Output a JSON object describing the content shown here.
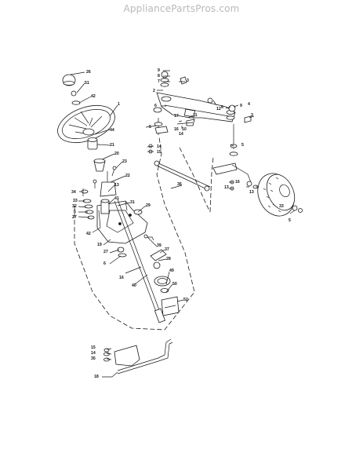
{
  "header": {
    "watermark": "AppliancePartsPros.com"
  },
  "diagram": {
    "callouts": [
      {
        "id": "c26a",
        "text": "26"
      },
      {
        "id": "c51",
        "text": "51"
      },
      {
        "id": "c42a",
        "text": "42"
      },
      {
        "id": "c1",
        "text": "1"
      },
      {
        "id": "c44",
        "text": "44"
      },
      {
        "id": "c21",
        "text": "21"
      },
      {
        "id": "c20",
        "text": "20"
      },
      {
        "id": "c23",
        "text": "23"
      },
      {
        "id": "c22",
        "text": "22"
      },
      {
        "id": "c34",
        "text": "34"
      },
      {
        "id": "c13a",
        "text": "13"
      },
      {
        "id": "c33a",
        "text": "33"
      },
      {
        "id": "c32",
        "text": "32"
      },
      {
        "id": "c6a",
        "text": "6"
      },
      {
        "id": "c27a",
        "text": "27"
      },
      {
        "id": "c41",
        "text": "41"
      },
      {
        "id": "c31",
        "text": "31"
      },
      {
        "id": "c29",
        "text": "29"
      },
      {
        "id": "c42b",
        "text": "42"
      },
      {
        "id": "c19",
        "text": "19"
      },
      {
        "id": "c39",
        "text": "39"
      },
      {
        "id": "c27b",
        "text": "27"
      },
      {
        "id": "c6b",
        "text": "6"
      },
      {
        "id": "c37",
        "text": "37"
      },
      {
        "id": "c28",
        "text": "28"
      },
      {
        "id": "c16",
        "text": "16"
      },
      {
        "id": "c40",
        "text": "40"
      },
      {
        "id": "c49",
        "text": "49"
      },
      {
        "id": "c50",
        "text": "50"
      },
      {
        "id": "c52",
        "text": "52"
      },
      {
        "id": "c9a",
        "text": "9"
      },
      {
        "id": "c8a",
        "text": "8"
      },
      {
        "id": "c7a",
        "text": "7"
      },
      {
        "id": "c3a",
        "text": "3"
      },
      {
        "id": "c2",
        "text": "2"
      },
      {
        "id": "c6c",
        "text": "6"
      },
      {
        "id": "c5a",
        "text": "5"
      },
      {
        "id": "c17",
        "text": "17"
      },
      {
        "id": "c11",
        "text": "11"
      },
      {
        "id": "c10",
        "text": "10"
      },
      {
        "id": "c14a",
        "text": "14"
      },
      {
        "id": "c16b",
        "text": "16"
      },
      {
        "id": "c14b",
        "text": "14"
      },
      {
        "id": "c15a",
        "text": "15"
      },
      {
        "id": "c12",
        "text": "12"
      },
      {
        "id": "c6d",
        "text": "6"
      },
      {
        "id": "c9b",
        "text": "9"
      },
      {
        "id": "c3b",
        "text": "3"
      },
      {
        "id": "c4",
        "text": "4"
      },
      {
        "id": "c36",
        "text": "36"
      },
      {
        "id": "c5b",
        "text": "5"
      },
      {
        "id": "c16c",
        "text": "16"
      },
      {
        "id": "c13b",
        "text": "13"
      },
      {
        "id": "c13c",
        "text": "13"
      },
      {
        "id": "c5c",
        "text": "5"
      },
      {
        "id": "c33b",
        "text": "33"
      },
      {
        "id": "c15b",
        "text": "15"
      },
      {
        "id": "c14c",
        "text": "14"
      },
      {
        "id": "c35",
        "text": "35"
      },
      {
        "id": "c18",
        "text": "18"
      }
    ]
  }
}
